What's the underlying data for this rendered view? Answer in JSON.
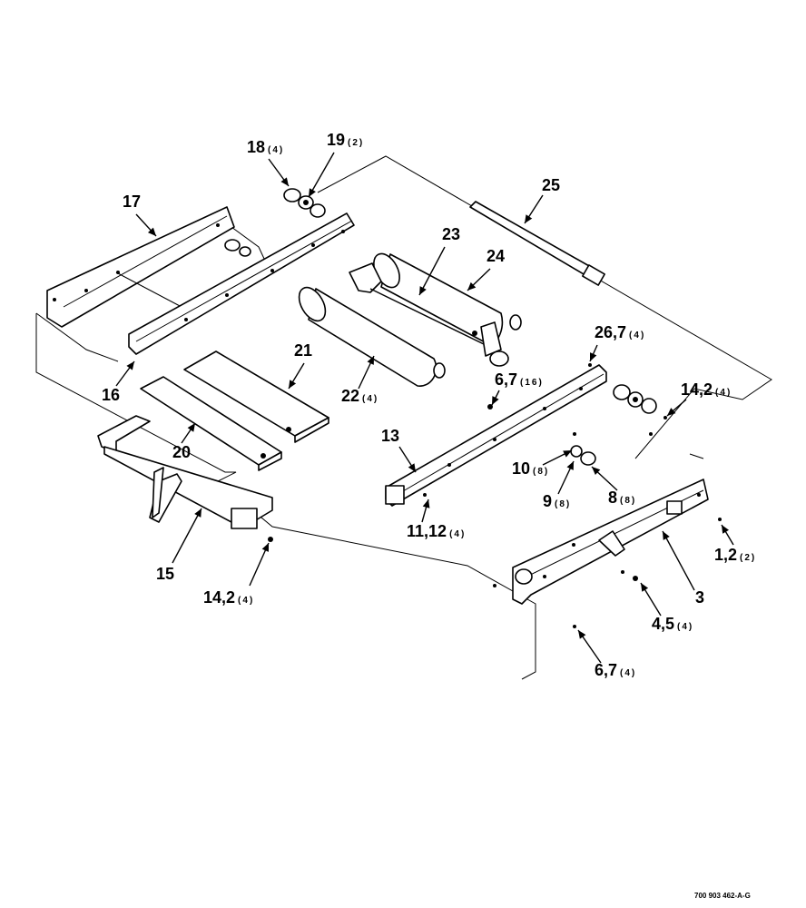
{
  "callouts": [
    {
      "id": "c18",
      "number": "18",
      "qty": "(4)"
    },
    {
      "id": "c19",
      "number": "19",
      "qty": "(2)"
    },
    {
      "id": "c17",
      "number": "17",
      "qty": ""
    },
    {
      "id": "c25",
      "number": "25",
      "qty": ""
    },
    {
      "id": "c23",
      "number": "23",
      "qty": ""
    },
    {
      "id": "c24",
      "number": "24",
      "qty": ""
    },
    {
      "id": "c26",
      "number": "26,7",
      "qty": "(4)"
    },
    {
      "id": "c14r",
      "number": "14,2",
      "qty": "(4)"
    },
    {
      "id": "c21",
      "number": "21",
      "qty": ""
    },
    {
      "id": "c16",
      "number": "16",
      "qty": ""
    },
    {
      "id": "c22",
      "number": "22",
      "qty": "(4)"
    },
    {
      "id": "c6a",
      "number": "6,7",
      "qty": "(16)"
    },
    {
      "id": "c13",
      "number": "13",
      "qty": ""
    },
    {
      "id": "c20",
      "number": "20",
      "qty": ""
    },
    {
      "id": "c10",
      "number": "10",
      "qty": "(8)"
    },
    {
      "id": "c9",
      "number": "9",
      "qty": "(8)"
    },
    {
      "id": "c8",
      "number": "8",
      "qty": "(8)"
    },
    {
      "id": "c11",
      "number": "11,12",
      "qty": "(4)"
    },
    {
      "id": "c1",
      "number": "1,2",
      "qty": "(2)"
    },
    {
      "id": "c15",
      "number": "15",
      "qty": ""
    },
    {
      "id": "c3",
      "number": "3",
      "qty": ""
    },
    {
      "id": "c14l",
      "number": "14,2",
      "qty": "(4)"
    },
    {
      "id": "c4",
      "number": "4,5",
      "qty": "(4)"
    },
    {
      "id": "c6b",
      "number": "6,7",
      "qty": "(4)"
    }
  ],
  "figure_id": "700 903 462-A-G"
}
